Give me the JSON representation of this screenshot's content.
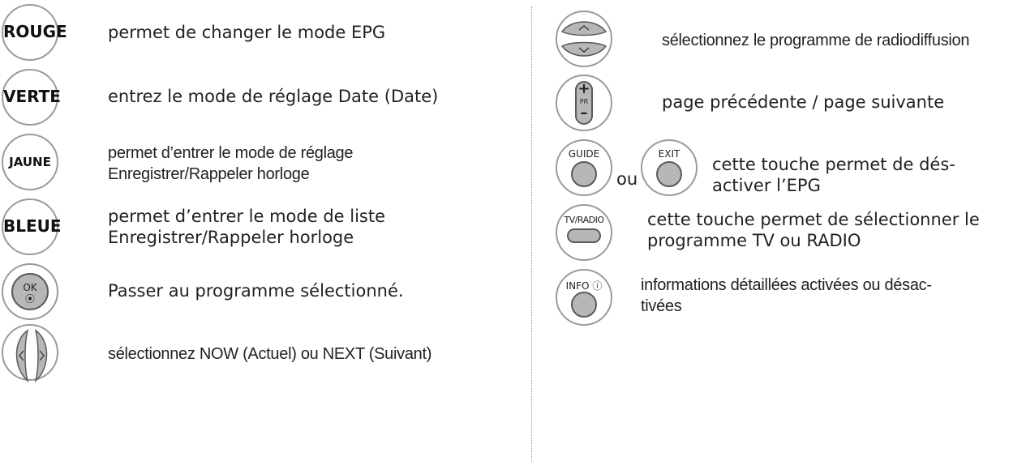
{
  "left": [
    {
      "key": "ROUGE",
      "text": "permet de changer le mode EPG"
    },
    {
      "key": "VERTE",
      "text": "entrez le mode de réglage Date (Date)"
    },
    {
      "key": "JAUNE",
      "line1": "permet d’entrer le mode de réglage",
      "line2": "Enregistrer/Rappeler horloge"
    },
    {
      "key": "BLEUE",
      "line1": "permet d’entrer le mode de liste",
      "line2": "Enregistrer/Rappeler horloge"
    },
    {
      "key": "OK",
      "text": "Passer au programme sélectionné."
    },
    {
      "key": "",
      "text": "sélectionnez NOW (Actuel) ou NEXT (Suivant)"
    }
  ],
  "right": [
    {
      "text": "sélectionnez le programme de radiodiffusion"
    },
    {
      "key": "PR",
      "plus": "+",
      "minus": "–",
      "text": "page précédente / page suivante"
    },
    {
      "key1": "GUIDE",
      "joiner": "ou",
      "key2": "EXIT",
      "line1": "cette touche permet de dés-",
      "line2": "activer l’EPG"
    },
    {
      "key": "TV/RADIO",
      "line1": "cette touche permet de sélectionner le",
      "line2": "programme TV ou RADIO"
    },
    {
      "key": "INFO",
      "info_glyph": "ⓘ",
      "line1": "informations détaillées activées ou désac-",
      "line2": "tivées"
    }
  ],
  "colors": {
    "button_border": "#9a9a9a",
    "grey_fill": "#b7b7b7"
  }
}
